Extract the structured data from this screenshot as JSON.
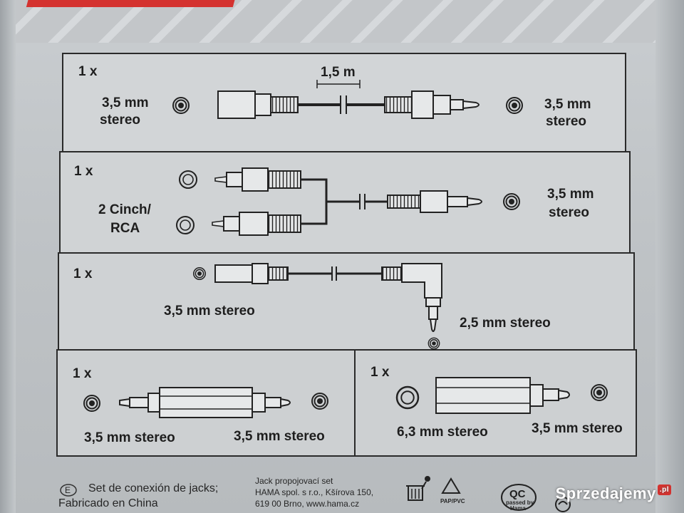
{
  "panels": [
    {
      "qty": "1 x",
      "left_label": [
        "3,5 mm",
        "stereo"
      ],
      "right_label": [
        "3,5 mm",
        "stereo"
      ],
      "length": "1,5 m"
    },
    {
      "qty": "1 x",
      "left_label": [
        "2 Cinch/",
        "RCA"
      ],
      "right_label": [
        "3,5 mm",
        "stereo"
      ]
    },
    {
      "qty": "1 x",
      "left_label": "3,5 mm stereo",
      "right_label": "2,5 mm stereo"
    },
    {
      "qty": "1 x",
      "left_label": "3,5 mm stereo",
      "right_label": "3,5 mm stereo"
    },
    {
      "qty": "1 x",
      "left_label": "6,3 mm stereo",
      "right_label": "3,5 mm stereo"
    }
  ],
  "footer": {
    "badge": "E",
    "spanish": [
      "Set de conexión de jacks;",
      "Fabricado en China"
    ],
    "czech": [
      "Jack propojovací set",
      "HAMA spol. s r.o., Kšírova 150,",
      "619 00 Brno, www.hama.cz"
    ],
    "recycle_label": "PAP/PVC",
    "qc_label": "QC",
    "qc_sub": "passed by",
    "qc_brand": "Hama"
  },
  "watermark": {
    "text": "Sprzedajemy",
    "suffix": ".pl"
  },
  "colors": {
    "brand_red": "#d4322f",
    "line": "#2a2a2a"
  }
}
